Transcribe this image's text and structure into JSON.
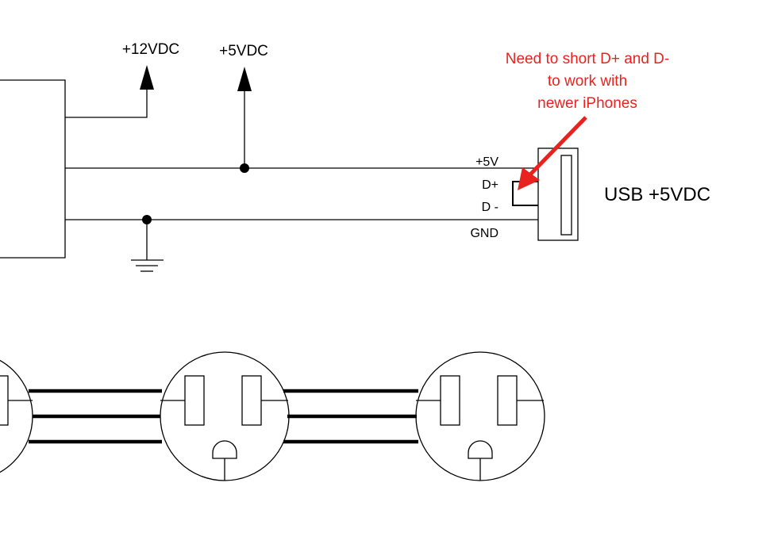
{
  "supply": {
    "label_12v": "+12VDC",
    "label_5v": "+5VDC"
  },
  "usb": {
    "title": "USB +5VDC",
    "pins": {
      "vbus": "+5V",
      "dplus": "D+",
      "dminus": "D -",
      "gnd": "GND"
    }
  },
  "annotation": {
    "lines": [
      "Need to short D+ and D-",
      "to work with",
      "newer iPhones"
    ],
    "color": "#e8231f"
  },
  "outlets": {
    "count_visible": 3
  }
}
